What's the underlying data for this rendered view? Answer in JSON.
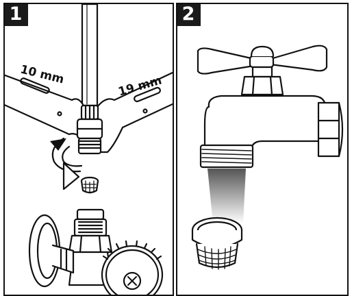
{
  "steps": [
    {
      "number": "1",
      "labels": {
        "left": "10 mm",
        "right": "19 mm"
      }
    },
    {
      "number": "2"
    }
  ],
  "colors": {
    "ink": "#111111",
    "badge_bg": "#1a1a1a",
    "badge_text": "#ffffff",
    "background": "#ffffff"
  },
  "icons": [
    "wrench-icon",
    "shutoff-valve-icon",
    "hose-filter-screen-icon",
    "outdoor-faucet-icon",
    "rotation-arrow-icon"
  ]
}
